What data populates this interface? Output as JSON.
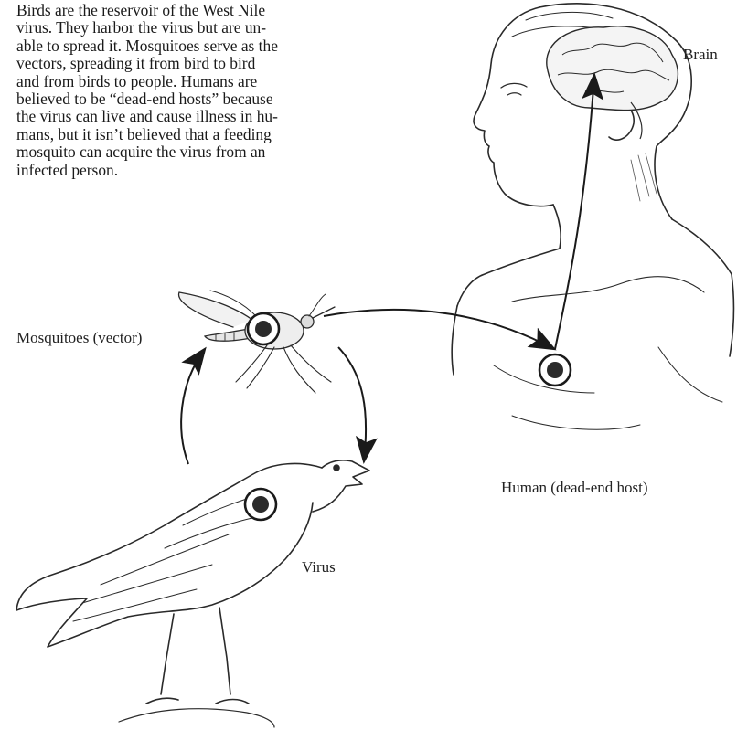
{
  "intro": {
    "lines": [
      "Birds are the reservoir of the West Nile",
      "virus. They harbor the virus but are un-",
      "able to spread it. Mosquitoes serve as the",
      "vectors, spreading it from bird to bird",
      "and from birds to people. Humans are",
      "believed to be “dead-end hosts” because",
      "the virus can live and cause illness in hu-",
      "mans, but it isn’t believed that a feeding",
      "mosquito can acquire the virus from an",
      "infected person."
    ]
  },
  "labels": {
    "brain": "Brain",
    "mosquito": "Mosquitoes (vector)",
    "human": "Human (dead-end host)",
    "virus": "Virus"
  },
  "colors": {
    "ink": "#1a1a1a",
    "virus_marker": "#2b2b2b",
    "background": "#ffffff"
  },
  "icons": {
    "virus_marker": "virus-marker-icon",
    "arrow": "arrow-icon"
  }
}
